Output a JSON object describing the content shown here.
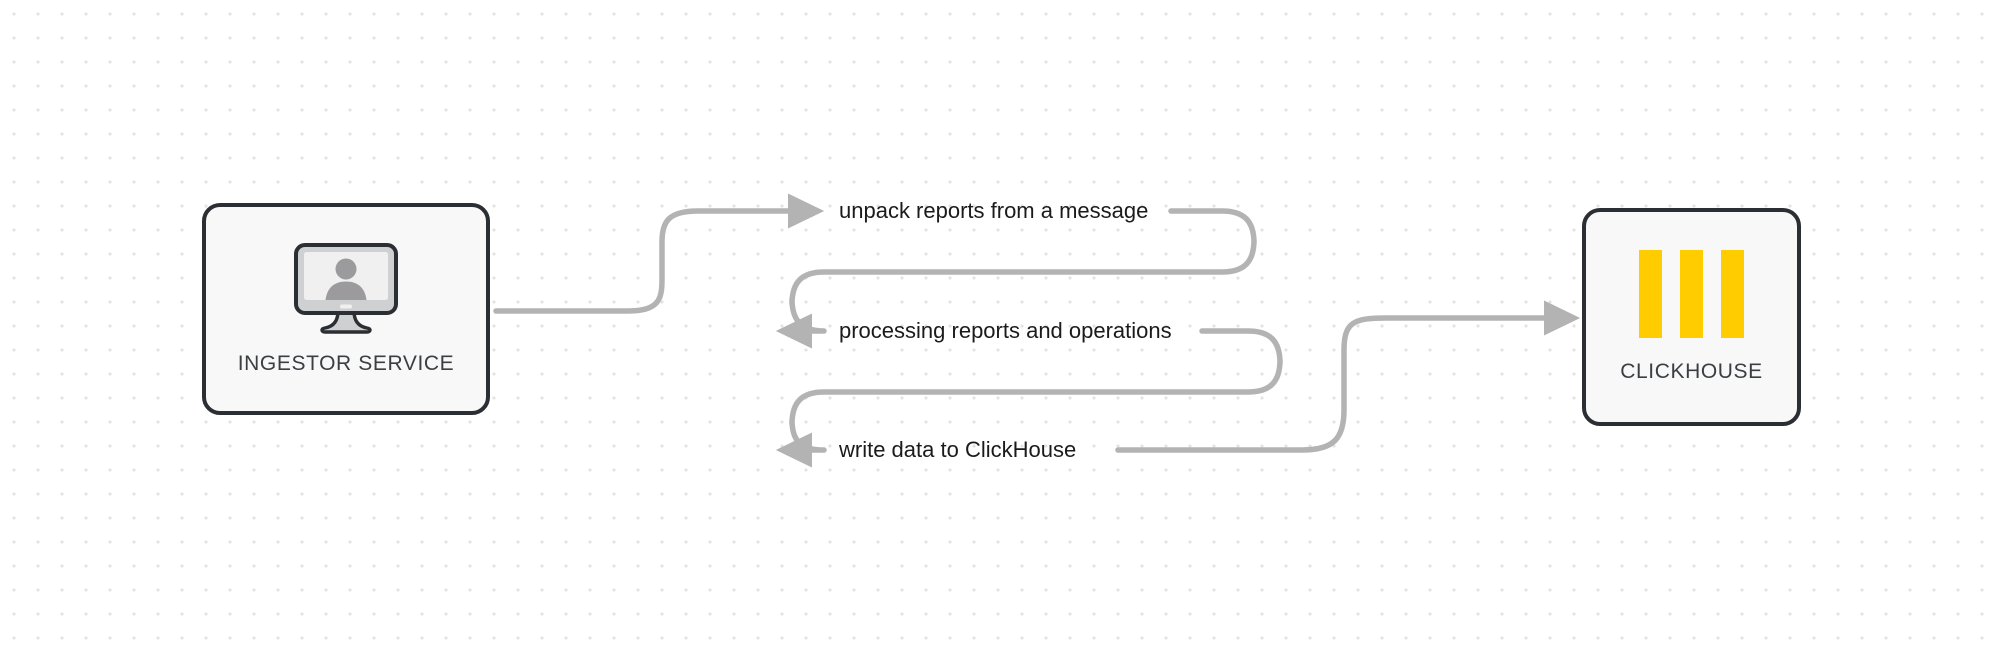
{
  "diagram": {
    "title": "Ingestor Service to ClickHouse data flow",
    "background": {
      "color": "#ffffff",
      "dot_color": "#e3e3e6",
      "dot_spacing": 24,
      "style": "dot-grid"
    },
    "edge_color": "#b3b3b3",
    "node_border_color": "#2b2f33",
    "node_fill_color": "#f7f8f7",
    "accent_color": "#ffcc00"
  },
  "nodes": [
    {
      "id": "ingestor",
      "label": "INGESTOR SERVICE",
      "icon": "monitor-user-icon"
    },
    {
      "id": "clickhouse",
      "label": "CLICKHOUSE",
      "icon": "clickhouse-logo-icon",
      "logo_bars": 3
    }
  ],
  "edges": [
    {
      "id": "edge-0",
      "label": "unpack reports from a message"
    },
    {
      "id": "edge-1",
      "label": "processing reports and operations"
    },
    {
      "id": "edge-2",
      "label": "write data to ClickHouse"
    }
  ]
}
